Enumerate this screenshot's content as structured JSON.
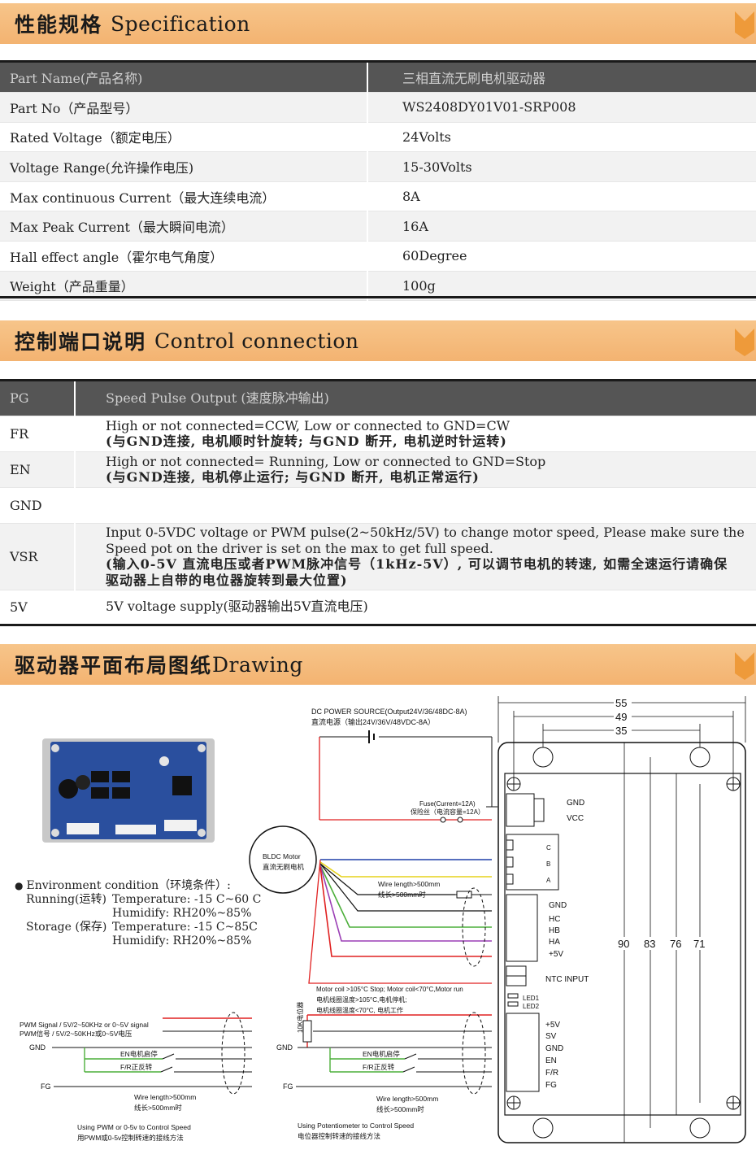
{
  "spec": {
    "title_zh": "性能规格",
    "title_en": "Specification",
    "header": [
      "Part Name(产品名称)",
      "三相直流无刷电机驱动器"
    ],
    "rows": [
      [
        "Part No（产品型号）",
        "WS2408DY01V01-SRP008"
      ],
      [
        "Rated Voltage（额定电压）",
        "24Volts"
      ],
      [
        "Voltage Range(允许操作电压)",
        "15-30Volts"
      ],
      [
        "Max continuous Current（最大连续电流）",
        "8A"
      ],
      [
        "Max Peak Current（最大瞬间电流）",
        "16A"
      ],
      [
        "Hall effect angle（霍尔电气角度）",
        "60Degree"
      ],
      [
        "Weight（产品重量）",
        "100g"
      ]
    ]
  },
  "control": {
    "title_zh": "控制端口说明",
    "title_en": "Control connection",
    "header": [
      "PG",
      "Speed Pulse Output (速度脉冲输出)"
    ],
    "rows": [
      {
        "pin": "FR",
        "desc": [
          "High or not connected=CCW, Low or connected to GND=CW",
          "(与GND连接, 电机顺时针旋转; 与GND 断开, 电机逆时针运转)"
        ]
      },
      {
        "pin": "EN",
        "desc": [
          "High or not connected= Running, Low or connected to GND=Stop",
          "(与GND连接, 电机停止运行; 与GND 断开, 电机正常运行)"
        ]
      },
      {
        "pin": "GND",
        "desc": []
      },
      {
        "pin": "VSR",
        "desc": [
          "Input 0-5VDC voltage or PWM pulse(2~50kHz/5V) to change motor speed, Please make sure the",
          "Speed pot on the driver is set on the max to get full speed.",
          "(输入0-5V 直流电压或者PWM脉冲信号（1kHz-5V）, 可以调节电机的转速, 如需全速运行请确保",
          "驱动器上自带的电位器旋转到最大位置)"
        ]
      },
      {
        "pin": "5V",
        "desc": [
          "5V voltage supply(驱动器输出5V直流电压)"
        ]
      }
    ]
  },
  "drawing": {
    "title_zh": "驱动器平面布局图纸",
    "title_en": "Drawing",
    "environment": {
      "heading": "Environment condition（环境条件）:",
      "running_label": "Running(运转)",
      "running_temp": "Temperature: -15 C~60 C",
      "running_hum": "Humidify: RH20%~85%",
      "storage_label": "Storage (保存)",
      "storage_temp": "Temperature: -15 C~85C",
      "storage_hum": "Humidify: RH20%~85%"
    },
    "dc_source_en": "DC POWER SOURCE(Output24V/36/48DC-8A)",
    "dc_source_zh": "直流电源（输出24V/36V/48VDC-8A）",
    "fuse_en": "Fuse(Current=12A)",
    "fuse_zh": "保险丝（电流容量=12A）",
    "motor_en": "BLDC Motor",
    "motor_zh": "直流无刷电机",
    "wire_en": "Wire length>500mm",
    "wire_zh": "线长>500mm时",
    "coil_en": "Motor coil >105°C Stop; Motor coil<70°C,Motor run",
    "coil_zh1": "电机线圈温度>105°C,电机停机;",
    "coil_zh2": "电机线圈温度<70°C, 电机工作",
    "pwm_signal_en": "PWM Signal / 5V/2~50KHz or 0~5V signal",
    "pwm_signal_zh": "PWM信号 / 5V/2~50KHz或0~5V电压",
    "gnd": "GND",
    "fg": "FG",
    "en_label": "EN电机启停",
    "fr_label": "F/R正反转",
    "pot_label": "10K电位器",
    "caption_pwm_en": "Using PWM or 0-5v to Control Speed",
    "caption_pwm_zh": "用PWM或0-5v控制转速的接线方法",
    "caption_pot_en": "Using Potentiometer to Control Speed",
    "caption_pot_zh": "电位器控制转速的接线方法",
    "dims_top": [
      "55",
      "49",
      "35"
    ],
    "dims_side": [
      "90",
      "83",
      "76",
      "71"
    ],
    "board_pins_power": [
      "GND",
      "VCC"
    ],
    "board_pins_motor": [
      "C",
      "B",
      "A"
    ],
    "board_pins_hall": [
      "GND",
      "HC",
      "HB",
      "HA",
      "+5V"
    ],
    "ntc": "NTC INPUT",
    "leds": [
      "LED1",
      "LED2"
    ],
    "board_pins_ctrl": [
      "+5V",
      "SV",
      "GND",
      "EN",
      "F/R",
      "FG"
    ]
  },
  "colors": {
    "section_bar": "#f3b371",
    "header_row": "#555555",
    "alt_row": "#f2f2f2",
    "wire_red": "#e02020",
    "wire_blue": "#1e3fa8",
    "wire_yellow": "#e6d21a",
    "wire_green": "#4caf3a",
    "wire_purple": "#9b3fb5"
  }
}
